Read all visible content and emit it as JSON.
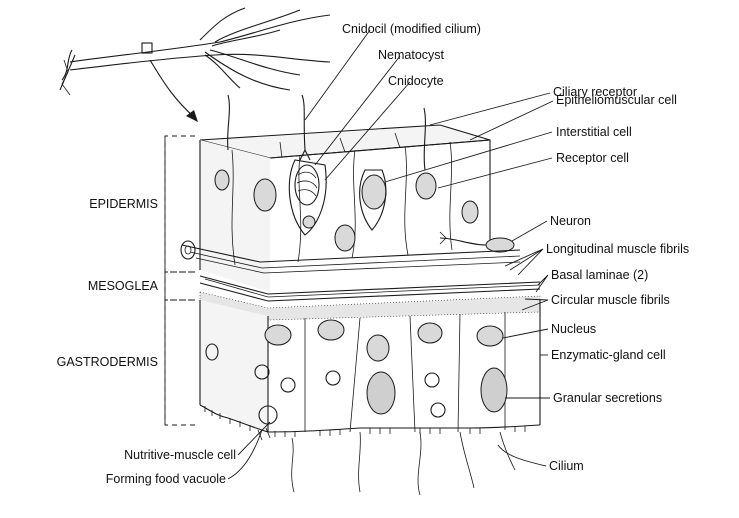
{
  "diagram": {
    "layers": {
      "epidermis": "EPIDERMIS",
      "mesoglea": "MESOGLEA",
      "gastrodermis": "GASTRODERMIS"
    },
    "right_labels": [
      "Cnidocil (modified cilium)",
      "Nematocyst",
      "Cnidocyte",
      "Ciliary receptor",
      "Epitheliomuscular cell",
      "Interstitial cell",
      "Receptor cell",
      "Neuron",
      "Longitudinal muscle fibrils",
      "Basal laminae (2)",
      "Circular muscle fibrils",
      "Nucleus",
      "Enzymatic-gland cell",
      "Granular secretions",
      "Cilium"
    ],
    "left_bottom_labels": [
      "Nutritive-muscle cell",
      "Forming food vacuole"
    ]
  }
}
